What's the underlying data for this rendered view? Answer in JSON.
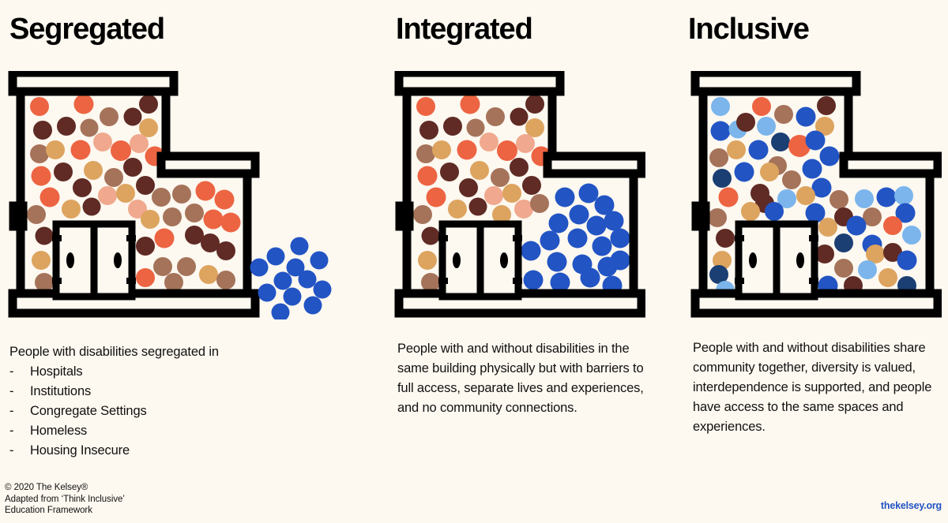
{
  "background_color": "#FDF8F0",
  "palette": {
    "outline": "#000000",
    "orange": "#ED6442",
    "dark_brown": "#5F2B24",
    "brown": "#A5735A",
    "tan": "#DDA45F",
    "peach": "#F0A98E",
    "blue": "#2254C4",
    "light_blue": "#7BB5EC",
    "navy": "#1B3F73",
    "link_blue": "#2254C4"
  },
  "columns": [
    {
      "id": "segregated",
      "heading": "Segregated",
      "intro": "People with disabilities segregated in",
      "bullet_marker": "-",
      "bullets": [
        "Hospitals",
        "Institutions",
        "Congregate Settings",
        "Homeless",
        "Housing Insecure"
      ],
      "paragraph": ""
    },
    {
      "id": "integrated",
      "heading": "Integrated",
      "intro": "",
      "bullets": [],
      "paragraph": "People with and without disabilities in the same building physically but with barriers to full access, separate lives and experiences, and no community connections."
    },
    {
      "id": "inclusive",
      "heading": "Inclusive",
      "intro": "",
      "bullets": [],
      "paragraph": "People with and without disabilities share community together, diversity is valued, interdependence is supported, and people have access to the same spaces and experiences."
    }
  ],
  "footer": {
    "line1": "© 2020 The Kelsey®",
    "line2": "Adapted from ‘Think Inclusive’",
    "line3": "Education Framework",
    "website": "thekelsey.org"
  },
  "illustrations": {
    "segregated": {
      "description": "building filled with warm-toned dots; blue dot cluster outside to the right",
      "inside_dots": [
        "orange",
        "dark_brown",
        "brown",
        "tan",
        "peach"
      ],
      "outside_cluster": {
        "color": "blue",
        "count": 12
      }
    },
    "integrated": {
      "description": "building with warm-toned dots in tall left section and blue dots confined to the lower right wing",
      "left_dots": [
        "orange",
        "dark_brown",
        "brown",
        "tan",
        "peach"
      ],
      "right_wing_dots": [
        "blue"
      ]
    },
    "inclusive": {
      "description": "building with warm-toned and blue dots mixed evenly throughout the whole structure",
      "mixed_dots": [
        "orange",
        "dark_brown",
        "brown",
        "tan",
        "blue",
        "light_blue",
        "navy"
      ]
    }
  }
}
